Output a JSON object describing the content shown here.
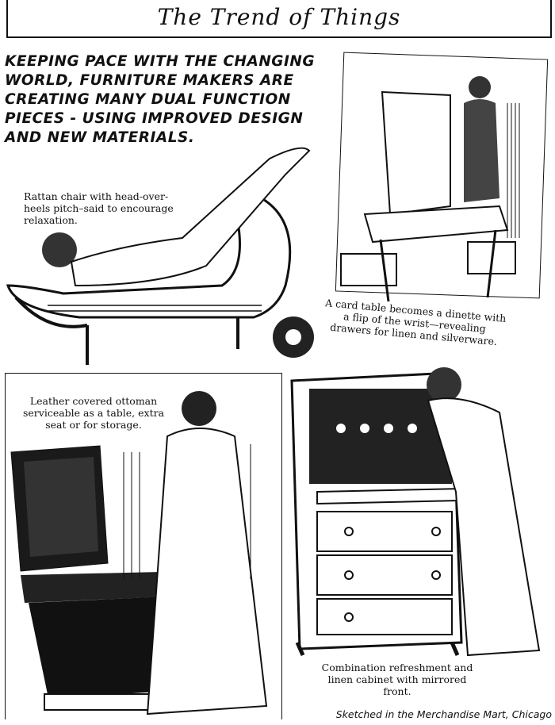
{
  "masthead": {
    "title": "The Trend of Things"
  },
  "headline": "Keeping pace with the changing world, furniture makers are creating many dual function pieces - using improved design and new materials.",
  "captions": {
    "rattan_chair": "Rattan chair with head-over-heels pitch–said to encourage relaxation.",
    "card_table": "A card table becomes a dinette with a flip of the wrist—revealing drawers for linen and silverware.",
    "ottoman": "Leather covered ottoman serviceable as a table, extra seat or for storage.",
    "cabinet": "Combination refreshment and linen cabinet with mirrored front."
  },
  "credit": "Sketched in the Merchandise Mart, Chicago"
}
